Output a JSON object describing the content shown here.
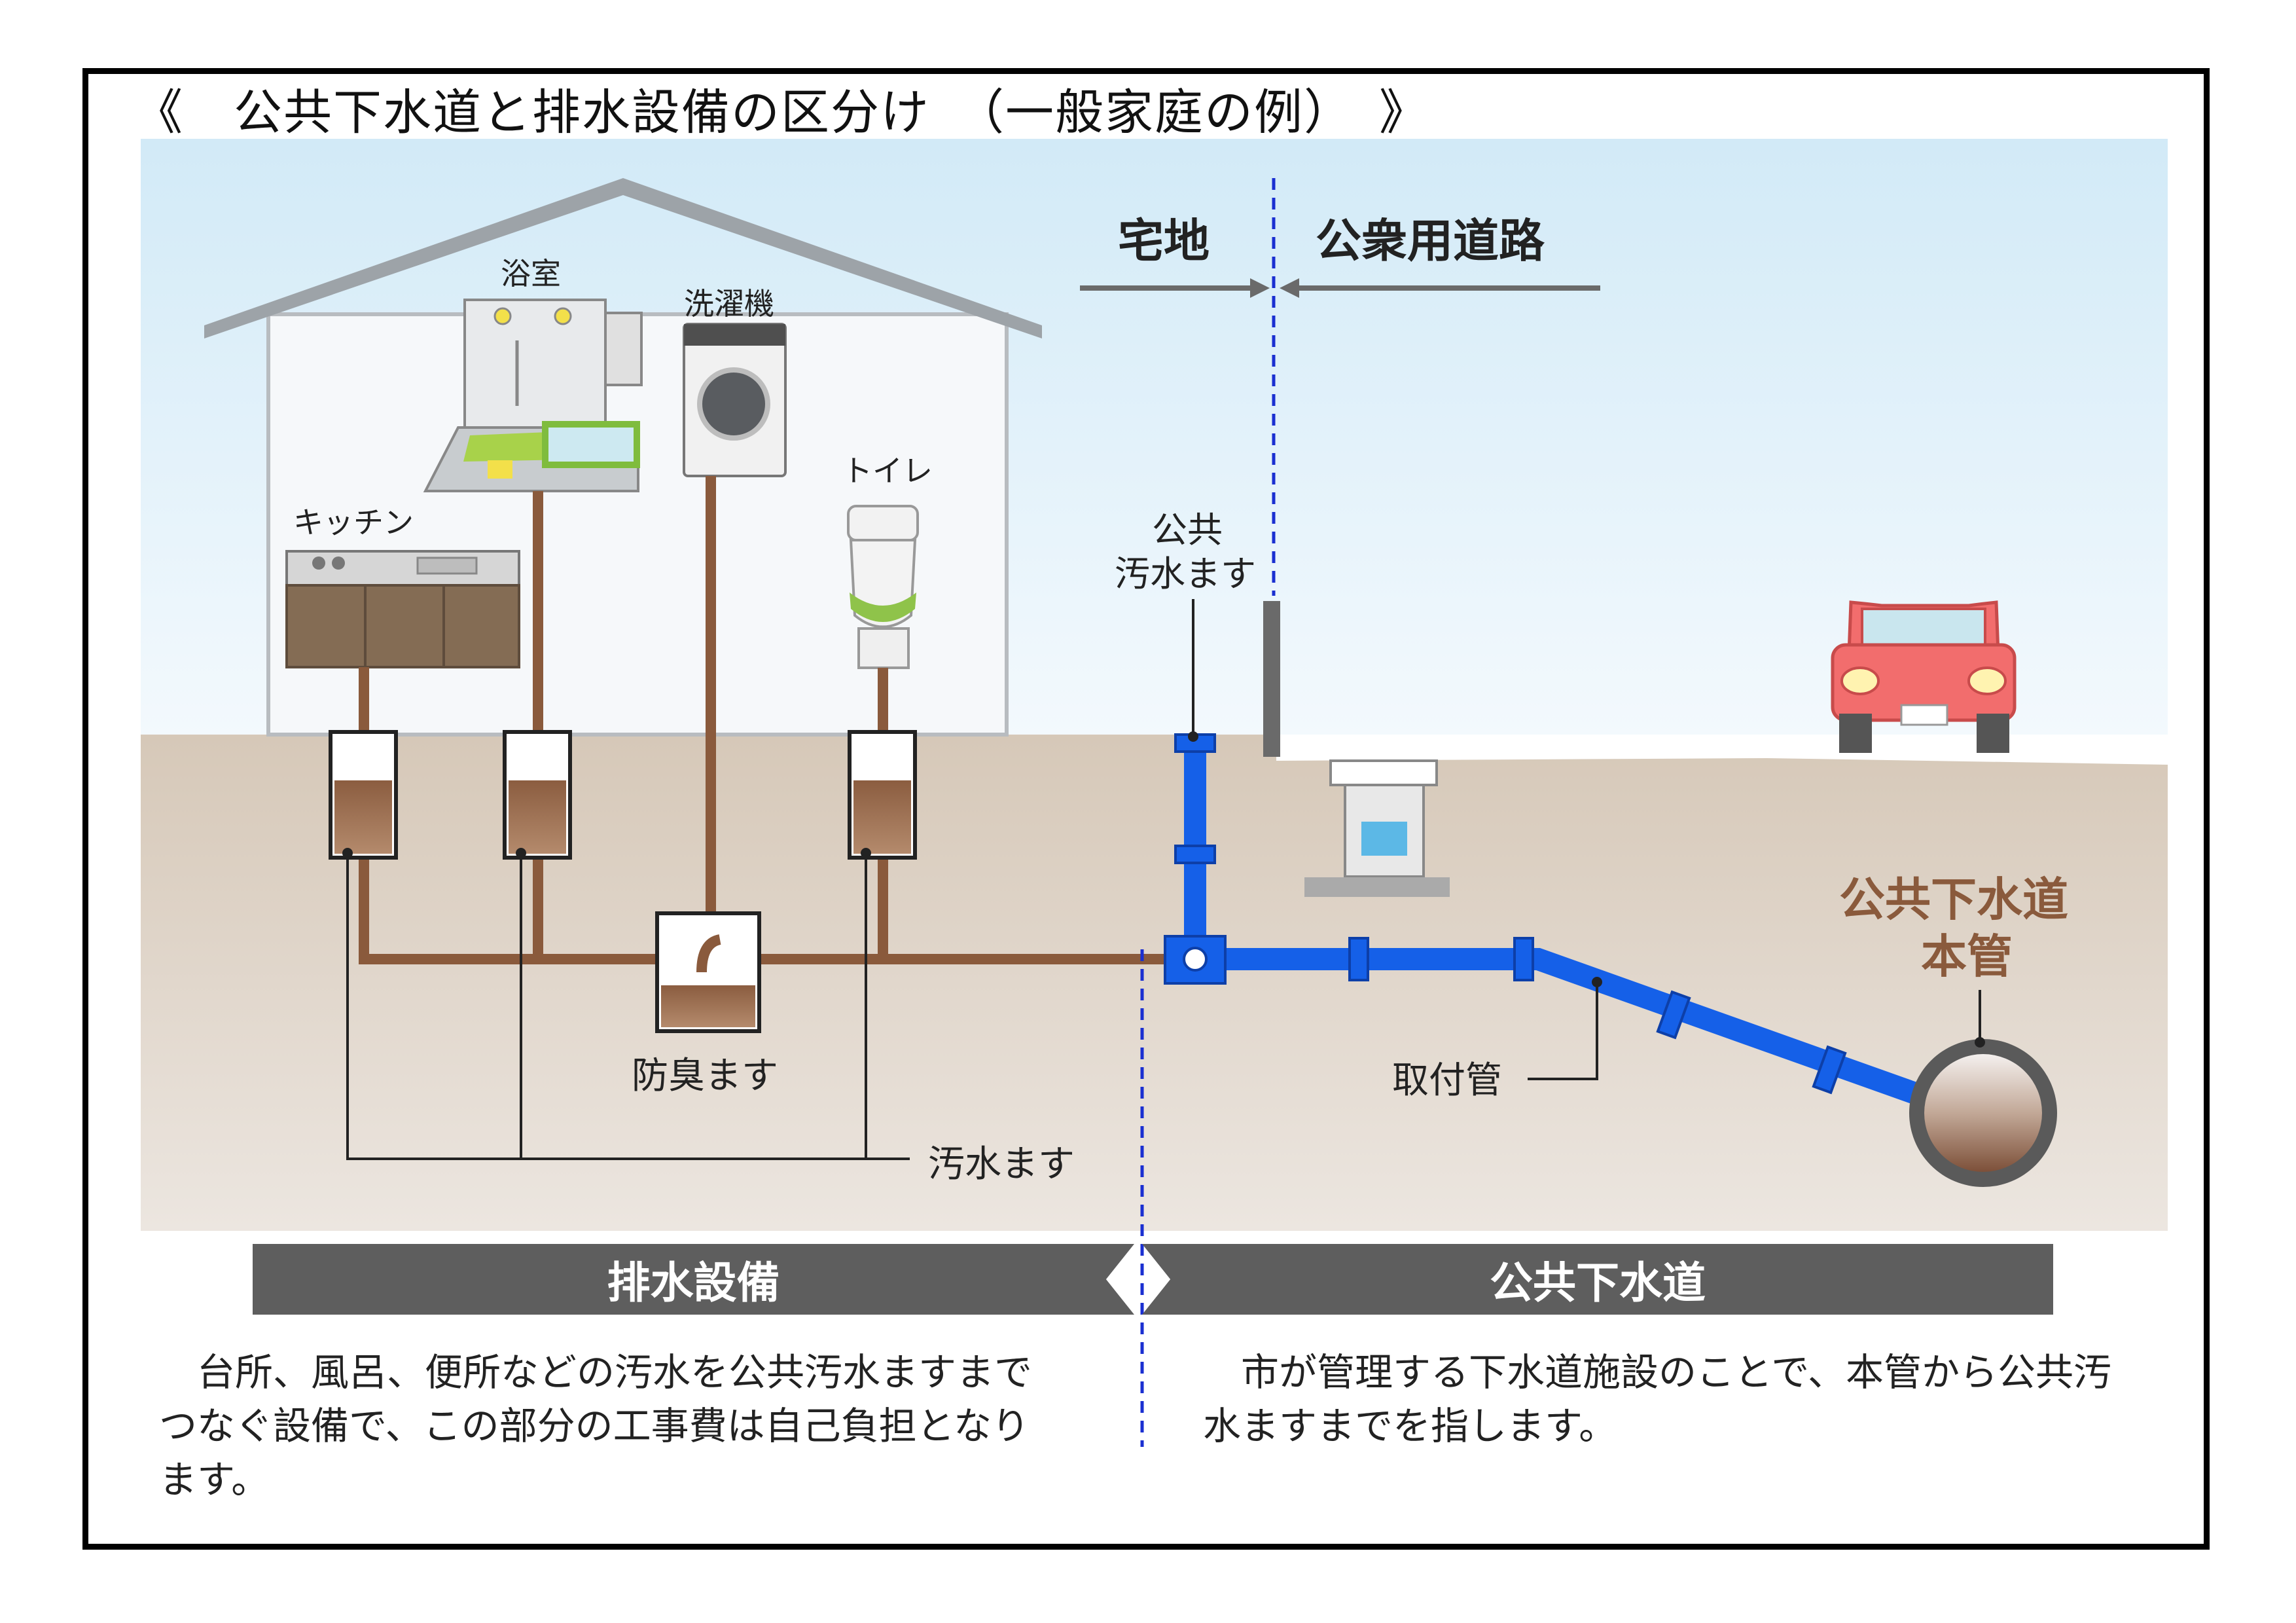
{
  "title": "《　公共下水道と排水設備の区分け　（一般家庭の例）　》",
  "zones": {
    "private": "宅地",
    "public": "公衆用道路"
  },
  "fixtures": {
    "kitchen": "キッチン",
    "bathroom": "浴室",
    "washer": "洗濯機",
    "toilet": "トイレ"
  },
  "labels": {
    "public_sewage_basin": [
      "公共",
      "汚水ます"
    ],
    "odor_trap": "防臭ます",
    "sewage_basin": "汚水ます",
    "connection_pipe": "取付管",
    "main_pipe": [
      "公共下水道",
      "本管"
    ]
  },
  "sections": {
    "left_title": "排水設備",
    "right_title": "公共下水道",
    "left_text": "台所、風呂、便所などの汚水を公共汚水ますまでつなぐ設備で、この部分の工事費は自己負担となります。",
    "right_text": "市が管理する下水道施設のことで、本管から公共汚水ますまでを指します。"
  },
  "colors": {
    "private_pipe": "#8a5a3c",
    "public_pipe": "#1560e8",
    "main_pipe_label": "#8a5a3c",
    "boundary_line": "#1a2fd1",
    "band": "#5e5e5e",
    "car": "#f26d6d"
  }
}
